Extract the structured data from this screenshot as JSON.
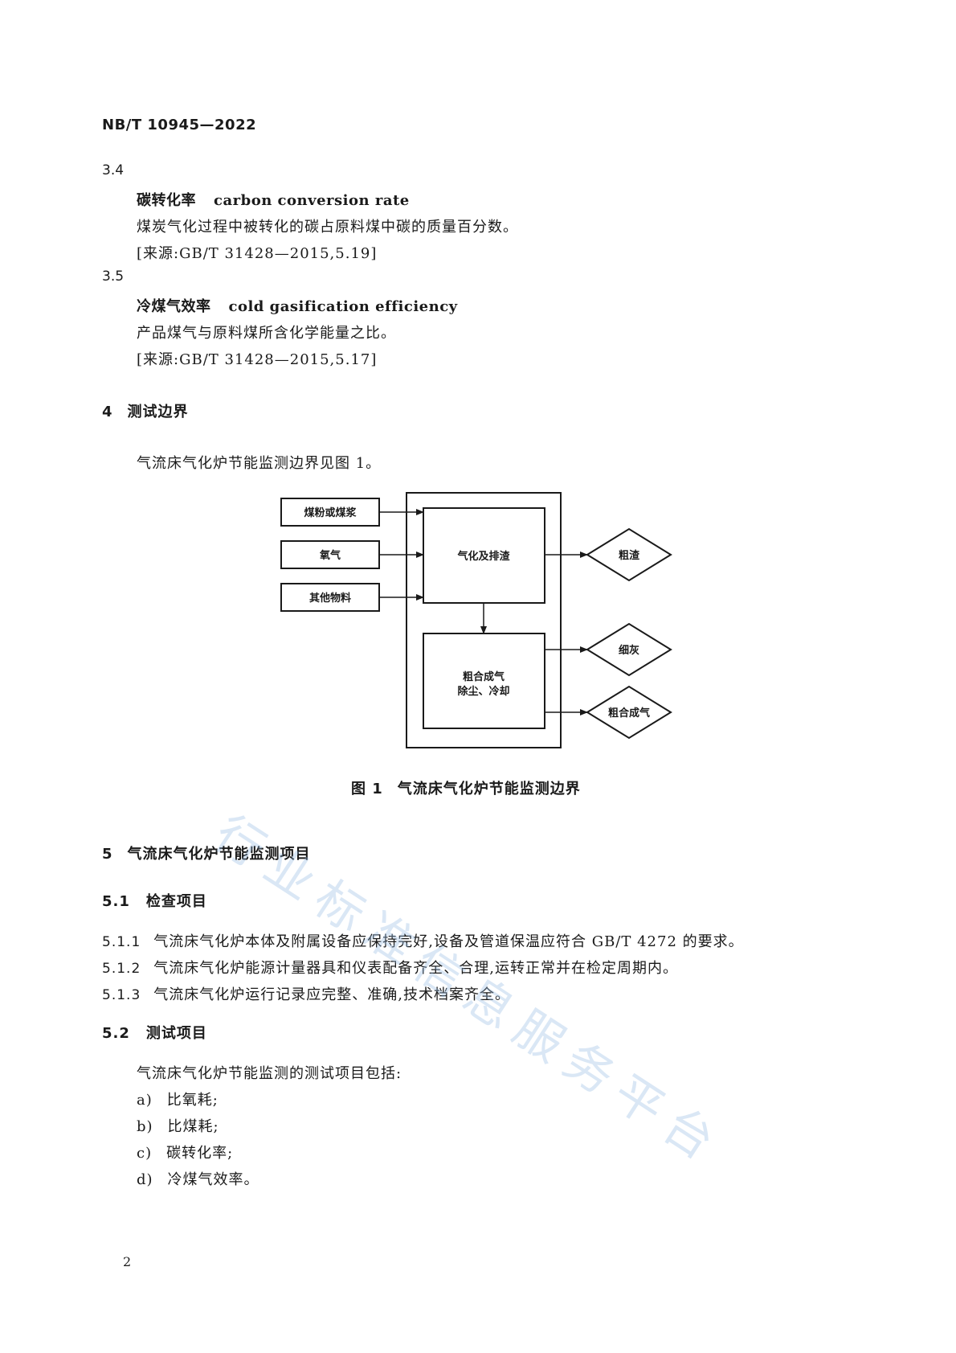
{
  "header": {
    "code": "NB/T 10945—2022"
  },
  "term_3_4": {
    "number": "3.4",
    "term_zh": "碳转化率",
    "term_en": "carbon conversion rate",
    "definition": "煤炭气化过程中被转化的碳占原料煤中碳的质量百分数。",
    "source": "[来源:GB/T 31428—2015,5.19]"
  },
  "term_3_5": {
    "number": "3.5",
    "term_zh": "冷煤气效率",
    "term_en": "cold gasification efficiency",
    "definition": "产品煤气与原料煤所含化学能量之比。",
    "source": "[来源:GB/T 31428—2015,5.17]"
  },
  "section_4": {
    "number": "4",
    "title": "测试边界",
    "intro": "气流床气化炉节能监测边界见图 1。"
  },
  "figure_1": {
    "inputs": [
      "煤粉或煤浆",
      "氧气",
      "其他物料"
    ],
    "process_top": "气化及排渣",
    "process_bottom_line1": "粗合成气",
    "process_bottom_line2": "除尘、冷却",
    "outputs": [
      "粗渣",
      "细灰",
      "粗合成气"
    ],
    "caption_number": "图 1",
    "caption_title": "气流床气化炉节能监测边界"
  },
  "section_5": {
    "number": "5",
    "title": "气流床气化炉节能监测项目"
  },
  "section_5_1": {
    "number": "5.1",
    "title": "检查项目",
    "items": [
      {
        "number": "5.1.1",
        "text": "气流床气化炉本体及附属设备应保持完好,设备及管道保温应符合 GB/T 4272 的要求。"
      },
      {
        "number": "5.1.2",
        "text": "气流床气化炉能源计量器具和仪表配备齐全、合理,运转正常并在检定周期内。"
      },
      {
        "number": "5.1.3",
        "text": "气流床气化炉运行记录应完整、准确,技术档案齐全。"
      }
    ]
  },
  "section_5_2": {
    "number": "5.2",
    "title": "测试项目",
    "intro": "气流床气化炉节能监测的测试项目包括:",
    "items": [
      {
        "marker": "a)",
        "text": "比氧耗;"
      },
      {
        "marker": "b)",
        "text": "比煤耗;"
      },
      {
        "marker": "c)",
        "text": "碳转化率;"
      },
      {
        "marker": "d)",
        "text": "冷煤气效率。"
      }
    ]
  },
  "footer": {
    "page_number": "2"
  },
  "watermark": {
    "text": "行业标准信息服务平台"
  }
}
